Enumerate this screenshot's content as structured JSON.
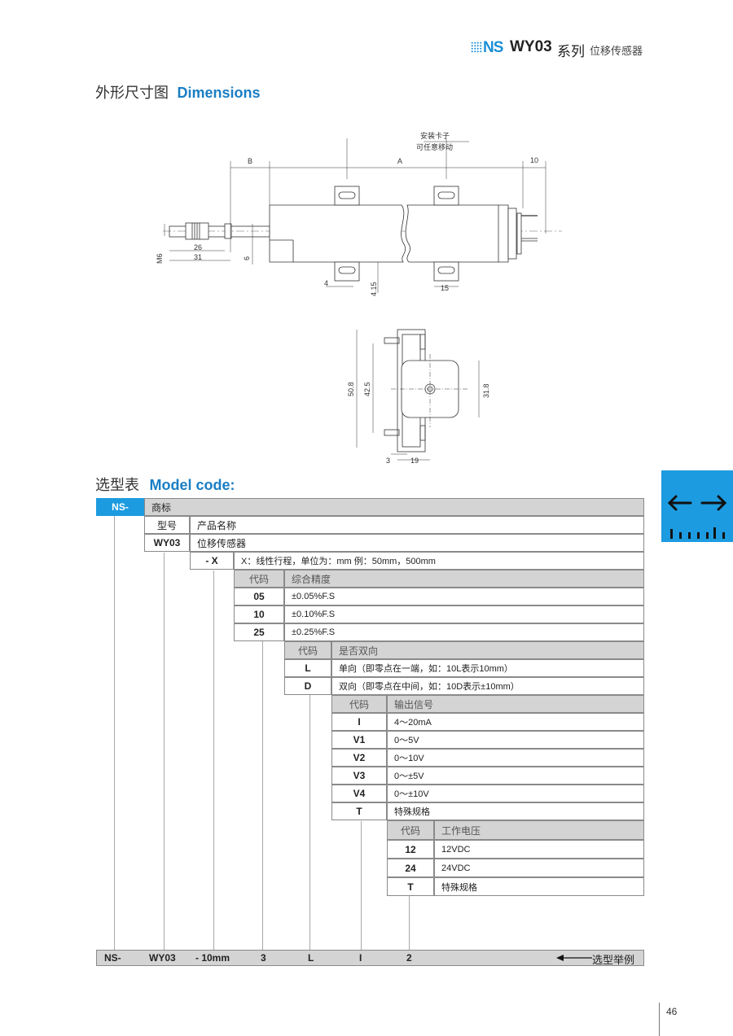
{
  "header": {
    "brand": "NS",
    "model": "WY03",
    "series": "系列",
    "subtitle": "位移传感器"
  },
  "sections": {
    "dimensions_cn": "外形尺寸图",
    "dimensions_en": "Dimensions",
    "model_code_cn": "选型表",
    "model_code_en": "Model code:"
  },
  "drawing_side": {
    "labels": {
      "B": "B",
      "A": "A",
      "dim_10": "10",
      "m6": "M6",
      "dim_26": "26",
      "dim_31": "31",
      "dim_6": "6",
      "dim_4": "4",
      "dim_4_15": "4.15",
      "dim_15": "15",
      "note_line1": "安装卡子",
      "note_line2": "可任意移动"
    }
  },
  "drawing_end": {
    "labels": {
      "dim_50_8": "50.8",
      "dim_42_5": "42.5",
      "dim_31_8": "31.8",
      "dim_3": "3",
      "dim_19": "19"
    }
  },
  "side_tab": {
    "icon": "double-arrow-ruler-icon",
    "color": "#1d9be0"
  },
  "table": {
    "ns_code": "NS-",
    "ns_desc": "商标",
    "model_hdr_code": "型号",
    "model_hdr_desc": "产品名称",
    "model_code": "WY03",
    "model_desc": "位移传感器",
    "stroke_code": "- X",
    "stroke_desc": "X：线性行程，单位为：mm 例：50mm，500mm",
    "accuracy": {
      "hdr_code": "代码",
      "hdr_desc": "综合精度",
      "rows": [
        {
          "code": "05",
          "desc": "±0.05%F.S"
        },
        {
          "code": "10",
          "desc": "±0.10%F.S"
        },
        {
          "code": "25",
          "desc": "±0.25%F.S"
        }
      ]
    },
    "direction": {
      "hdr_code": "代码",
      "hdr_desc": "是否双向",
      "rows": [
        {
          "code": "L",
          "desc": "单向（即零点在一端，如：10L表示10mm）"
        },
        {
          "code": "D",
          "desc": "双向（即零点在中间，如：10D表示±10mm）"
        }
      ]
    },
    "output": {
      "hdr_code": "代码",
      "hdr_desc": "输出信号",
      "rows": [
        {
          "code": "I",
          "desc": "4～20mA"
        },
        {
          "code": "V1",
          "desc": "0～5V"
        },
        {
          "code": "V2",
          "desc": "0～10V"
        },
        {
          "code": "V3",
          "desc": "0～±5V"
        },
        {
          "code": "V4",
          "desc": "0～±10V"
        },
        {
          "code": "T",
          "desc": "特殊规格"
        }
      ]
    },
    "voltage": {
      "hdr_code": "代码",
      "hdr_desc": "工作电压",
      "rows": [
        {
          "code": "12",
          "desc": "12VDC"
        },
        {
          "code": "24",
          "desc": "24VDC"
        },
        {
          "code": "T",
          "desc": "特殊规格"
        }
      ]
    },
    "example": {
      "parts": [
        "NS-",
        "WY03",
        "- 10mm",
        "3",
        "L",
        "I",
        "2"
      ],
      "label": "选型举例"
    }
  },
  "page_number": "46"
}
